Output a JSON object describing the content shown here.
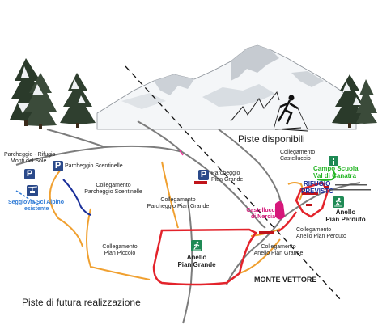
{
  "header": {
    "available": "Piste disponibili",
    "future": "Piste di futura realizzazione"
  },
  "labels": {
    "parcheggio_rifugio": "Parcheggio - Rifugio",
    "monti_del_sole": "Monti del Sole",
    "parcheggio_scentinelle": "Parcheggio Scentinelle",
    "seggiovia_1": "Seggiovia Sci Alpino",
    "seggiovia_2": "esistente",
    "coll_scentinelle_1": "Collegamento",
    "coll_scentinelle_2": "Parcheggio Scentinelle",
    "coll_piccolo_1": "Collegamento",
    "coll_piccolo_2": "Pian Piccolo",
    "parch_pian_grande_1": "Parcheggio",
    "parch_pian_grande_2": "Pian Grande",
    "coll_parch_pg_1": "Collegamento",
    "coll_parch_pg_2": "Parcheggio Pian Grande",
    "anello_pg_1": "Anello",
    "anello_pg_2": "Pian Grande",
    "coll_castelluccio_1": "Collegamento",
    "coll_castelluccio_2": "Castelluccio",
    "campo_scuola_1": "Campo Scuola",
    "campo_scuola_2": "Val di Canatra",
    "rifugio_1": "RIFUGIO",
    "rifugio_2": "PREVISTO",
    "castelluccio_1": "Castelluccio",
    "castelluccio_2": "di Norcia",
    "coll_pian_perduto_1": "Collegamento",
    "coll_pian_perduto_2": "Anello Pian Perduto",
    "anello_pp_1": "Anello",
    "anello_pp_2": "Pian Perduto",
    "coll_anello_pg_1": "Collegamento",
    "coll_anello_pg_2": "Anello Pian Grande",
    "monte_vettore": "MONTE VETTORE",
    "p_symbol": "P"
  },
  "colors": {
    "available_trail": "#e3232b",
    "future_trail": "#f0a030",
    "scentinelle_trail": "#1a2f9a",
    "chairlift": "#2f7bd6",
    "green_trail": "#23b523",
    "castelluccio_marker": "#d6177a",
    "sign_blue": "#2b4a8a",
    "sign_green": "#1f8a55"
  },
  "icons": [
    "parking-icon",
    "chairlift-icon",
    "skier-icon",
    "castelluccio-marker-icon",
    "info-icon",
    "tree-icon",
    "mountain-icon"
  ]
}
